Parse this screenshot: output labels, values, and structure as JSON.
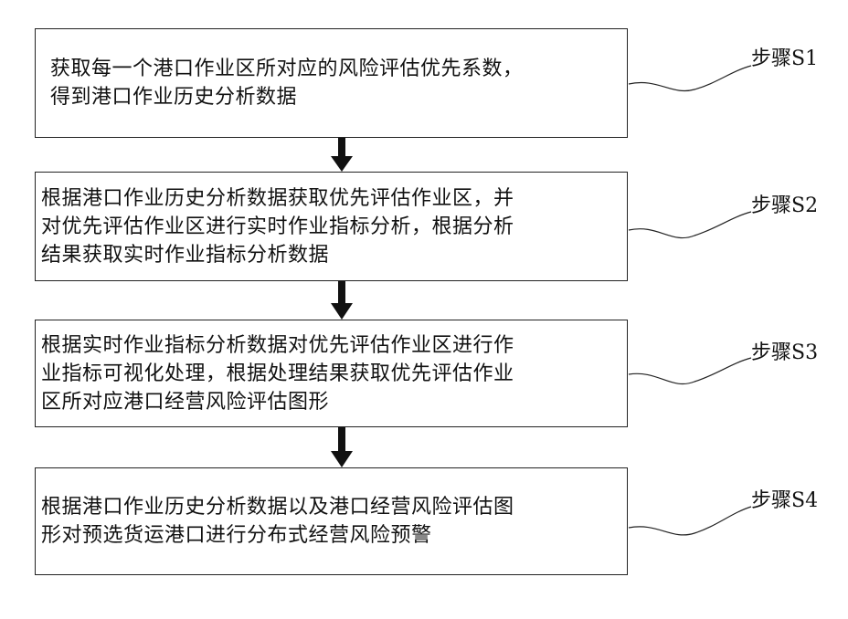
{
  "steps": [
    {
      "text": "获取每一个港口作业区所对应的风险评估优先系数，\n得到港口作业历史分析数据",
      "label": "步骤S1"
    },
    {
      "text": "根据港口作业历史分析数据获取优先评估作业区，并\n对优先评估作业区进行实时作业指标分析，根据分析\n结果获取实时作业指标分析数据",
      "label": "步骤S2"
    },
    {
      "text": "根据实时作业指标分析数据对优先评估作业区进行作\n业指标可视化处理，根据处理结果获取优先评估作业\n区所对应港口经营风险评估图形",
      "label": "步骤S3"
    },
    {
      "text": "根据港口作业历史分析数据以及港口经营风险评估图\n形对预选货运港口进行分布式经营风险预警",
      "label": "步骤S4"
    }
  ],
  "colors": {
    "stroke": "#222222",
    "arrow": "#111111",
    "background": "#ffffff"
  }
}
